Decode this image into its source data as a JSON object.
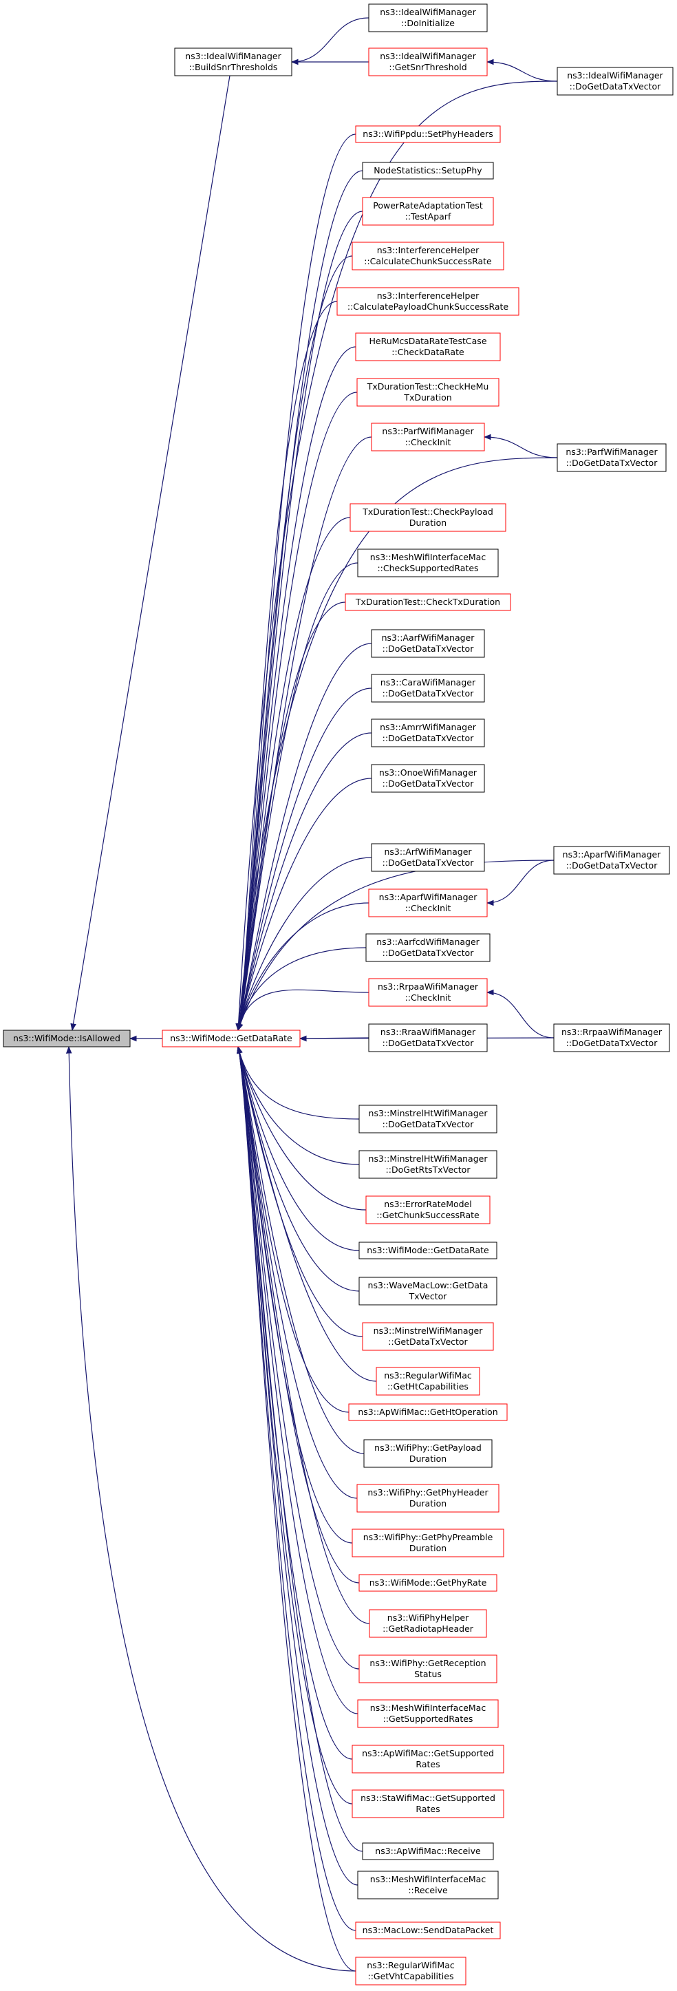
{
  "colors": {
    "edge": "#191970",
    "box_black": "#000000",
    "box_red": "#ff0000",
    "box_gray_fill": "#bfbfbf",
    "box_fill": "#ffffff"
  },
  "nodes": [
    {
      "id": "isallowed",
      "lines": [
        "ns3::WifiMode::IsAllowed"
      ],
      "border": "black",
      "fill": "gray"
    },
    {
      "id": "getdatarate",
      "lines": [
        "ns3::WifiMode::GetDataRate"
      ],
      "border": "red"
    },
    {
      "id": "buildsnr",
      "lines": [
        "ns3::IdealWifiManager",
        "::BuildSnrThresholds"
      ],
      "border": "black"
    },
    {
      "id": "doinit",
      "lines": [
        "ns3::IdealWifiManager",
        "::DoInitialize"
      ],
      "border": "black"
    },
    {
      "id": "getsnr",
      "lines": [
        "ns3::IdealWifiManager",
        "::GetSnrThreshold"
      ],
      "border": "red"
    },
    {
      "id": "ideal_dgdtv",
      "lines": [
        "ns3::IdealWifiManager",
        "::DoGetDataTxVector"
      ],
      "border": "black"
    },
    {
      "id": "setphyheaders",
      "lines": [
        "ns3::WifiPpdu::SetPhyHeaders"
      ],
      "border": "red"
    },
    {
      "id": "setupphy",
      "lines": [
        "NodeStatistics::SetupPhy"
      ],
      "border": "black"
    },
    {
      "id": "testaparf",
      "lines": [
        "PowerRateAdaptationTest",
        "::TestAparf"
      ],
      "border": "red"
    },
    {
      "id": "calcchunk",
      "lines": [
        "ns3::InterferenceHelper",
        "::CalculateChunkSuccessRate"
      ],
      "border": "red"
    },
    {
      "id": "calcpayload",
      "lines": [
        "ns3::InterferenceHelper",
        "::CalculatePayloadChunkSuccessRate"
      ],
      "border": "red"
    },
    {
      "id": "hecheck",
      "lines": [
        "HeRuMcsDataRateTestCase",
        "::CheckDataRate"
      ],
      "border": "red"
    },
    {
      "id": "checkhemu",
      "lines": [
        "TxDurationTest::CheckHeMu",
        "TxDuration"
      ],
      "border": "red"
    },
    {
      "id": "parfcheck",
      "lines": [
        "ns3::ParfWifiManager",
        "::CheckInit"
      ],
      "border": "red"
    },
    {
      "id": "parf_dgdtv",
      "lines": [
        "ns3::ParfWifiManager",
        "::DoGetDataTxVector"
      ],
      "border": "black"
    },
    {
      "id": "checkpayload",
      "lines": [
        "TxDurationTest::CheckPayload",
        "Duration"
      ],
      "border": "red"
    },
    {
      "id": "meshcheck",
      "lines": [
        "ns3::MeshWifiInterfaceMac",
        "::CheckSupportedRates"
      ],
      "border": "black"
    },
    {
      "id": "checktxdur",
      "lines": [
        "TxDurationTest::CheckTxDuration"
      ],
      "border": "red"
    },
    {
      "id": "aarf",
      "lines": [
        "ns3::AarfWifiManager",
        "::DoGetDataTxVector"
      ],
      "border": "black"
    },
    {
      "id": "cara",
      "lines": [
        "ns3::CaraWifiManager",
        "::DoGetDataTxVector"
      ],
      "border": "black"
    },
    {
      "id": "amrr",
      "lines": [
        "ns3::AmrrWifiManager",
        "::DoGetDataTxVector"
      ],
      "border": "black"
    },
    {
      "id": "onoe",
      "lines": [
        "ns3::OnoeWifiManager",
        "::DoGetDataTxVector"
      ],
      "border": "black"
    },
    {
      "id": "arf",
      "lines": [
        "ns3::ArfWifiManager",
        "::DoGetDataTxVector"
      ],
      "border": "black"
    },
    {
      "id": "aparf_dgdtv",
      "lines": [
        "ns3::AparfWifiManager",
        "::DoGetDataTxVector"
      ],
      "border": "black"
    },
    {
      "id": "aparfcheck",
      "lines": [
        "ns3::AparfWifiManager",
        "::CheckInit"
      ],
      "border": "red"
    },
    {
      "id": "aarfcd",
      "lines": [
        "ns3::AarfcdWifiManager",
        "::DoGetDataTxVector"
      ],
      "border": "black"
    },
    {
      "id": "rrpaacheck",
      "lines": [
        "ns3::RrpaaWifiManager",
        "::CheckInit"
      ],
      "border": "red"
    },
    {
      "id": "rraa",
      "lines": [
        "ns3::RraaWifiManager",
        "::DoGetDataTxVector"
      ],
      "border": "black"
    },
    {
      "id": "rrpaa_dgdtv",
      "lines": [
        "ns3::RrpaaWifiManager",
        "::DoGetDataTxVector"
      ],
      "border": "black"
    },
    {
      "id": "minhtdata",
      "lines": [
        "ns3::MinstrelHtWifiManager",
        "::DoGetDataTxVector"
      ],
      "border": "black"
    },
    {
      "id": "minhtrts",
      "lines": [
        "ns3::MinstrelHtWifiManager",
        "::DoGetRtsTxVector"
      ],
      "border": "black"
    },
    {
      "id": "errchunk",
      "lines": [
        "ns3::ErrorRateModel",
        "::GetChunkSuccessRate"
      ],
      "border": "red"
    },
    {
      "id": "getdatarate2",
      "lines": [
        "ns3::WifiMode::GetDataRate"
      ],
      "border": "black"
    },
    {
      "id": "wavemac",
      "lines": [
        "ns3::WaveMacLow::GetData",
        "TxVector"
      ],
      "border": "black"
    },
    {
      "id": "minstrel",
      "lines": [
        "ns3::MinstrelWifiManager",
        "::GetDataTxVector"
      ],
      "border": "red"
    },
    {
      "id": "regularht",
      "lines": [
        "ns3::RegularWifiMac",
        "::GetHtCapabilities"
      ],
      "border": "red"
    },
    {
      "id": "aphtop",
      "lines": [
        "ns3::ApWifiMac::GetHtOperation"
      ],
      "border": "red"
    },
    {
      "id": "payloaddur",
      "lines": [
        "ns3::WifiPhy::GetPayload",
        "Duration"
      ],
      "border": "black"
    },
    {
      "id": "phyheader",
      "lines": [
        "ns3::WifiPhy::GetPhyHeader",
        "Duration"
      ],
      "border": "red"
    },
    {
      "id": "phypreamble",
      "lines": [
        "ns3::WifiPhy::GetPhyPreamble",
        "Duration"
      ],
      "border": "red"
    },
    {
      "id": "getphyrate",
      "lines": [
        "ns3::WifiMode::GetPhyRate"
      ],
      "border": "red"
    },
    {
      "id": "radiotap",
      "lines": [
        "ns3::WifiPhyHelper",
        "::GetRadiotapHeader"
      ],
      "border": "red"
    },
    {
      "id": "recstatus",
      "lines": [
        "ns3::WifiPhy::GetReception",
        "Status"
      ],
      "border": "red"
    },
    {
      "id": "meshsupp",
      "lines": [
        "ns3::MeshWifiInterfaceMac",
        "::GetSupportedRates"
      ],
      "border": "red"
    },
    {
      "id": "apsupp",
      "lines": [
        "ns3::ApWifiMac::GetSupported",
        "Rates"
      ],
      "border": "red"
    },
    {
      "id": "stasupp",
      "lines": [
        "ns3::StaWifiMac::GetSupported",
        "Rates"
      ],
      "border": "red"
    },
    {
      "id": "apreceive",
      "lines": [
        "ns3::ApWifiMac::Receive"
      ],
      "border": "black"
    },
    {
      "id": "meshreceive",
      "lines": [
        "ns3::MeshWifiInterfaceMac",
        "::Receive"
      ],
      "border": "black"
    },
    {
      "id": "senddata",
      "lines": [
        "ns3::MacLow::SendDataPacket"
      ],
      "border": "red"
    },
    {
      "id": "regularvht",
      "lines": [
        "ns3::RegularWifiMac",
        "::GetVhtCapabilities"
      ],
      "border": "red"
    }
  ]
}
